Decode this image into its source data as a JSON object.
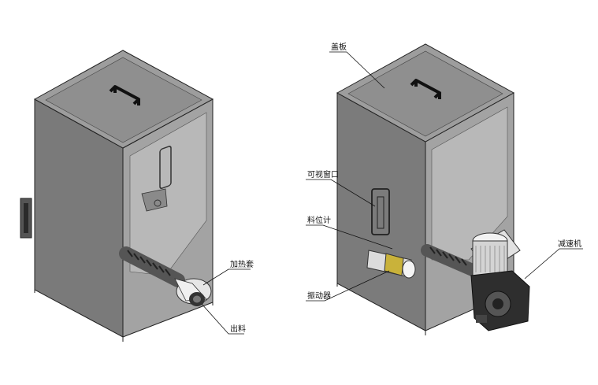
{
  "labels": {
    "heating_jacket": "加热套",
    "outlet": "出料",
    "cover_plate": "盖板",
    "sight_window": "可视窗口",
    "level_gauge": "料位计",
    "vibrator": "振动器",
    "reducer": "减速机"
  },
  "colors": {
    "panel_light": "#a7a7a7",
    "panel_mid": "#8c8c8c",
    "panel_dark": "#6d6d6d",
    "lid": "#9c9c9c",
    "vibrator_accent": "#c9b23a",
    "motor": "#d8d8d8",
    "gearbox": "#2e2e2e"
  }
}
